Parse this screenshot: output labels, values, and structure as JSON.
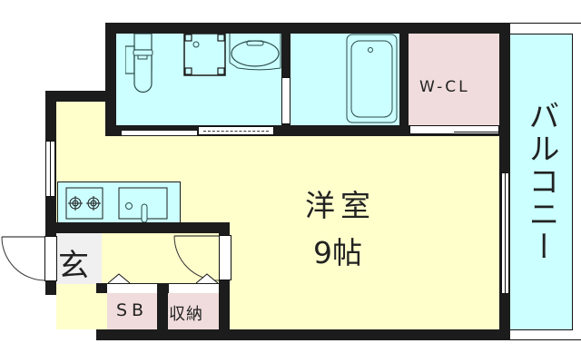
{
  "floorplan": {
    "rooms": {
      "western_room": {
        "name": "洋室",
        "size": "9帖"
      },
      "walk_in_closet": {
        "name": "W-CL"
      },
      "balcony": {
        "name": "バルコニー"
      },
      "entrance": {
        "name": "玄"
      },
      "shoe_box": {
        "name": "SB"
      },
      "storage": {
        "name": "収納"
      }
    },
    "fixtures": [
      "toilet",
      "washing-machine-pan",
      "washbasin",
      "bathtub",
      "two-burner-stove",
      "kitchen-sink"
    ],
    "colors": {
      "wall": "#1c1c1c",
      "wet_area": "#ccffff",
      "living": "#ffffcc",
      "storage": "#f0dcdc",
      "entrance": "#f0f0f0"
    }
  }
}
